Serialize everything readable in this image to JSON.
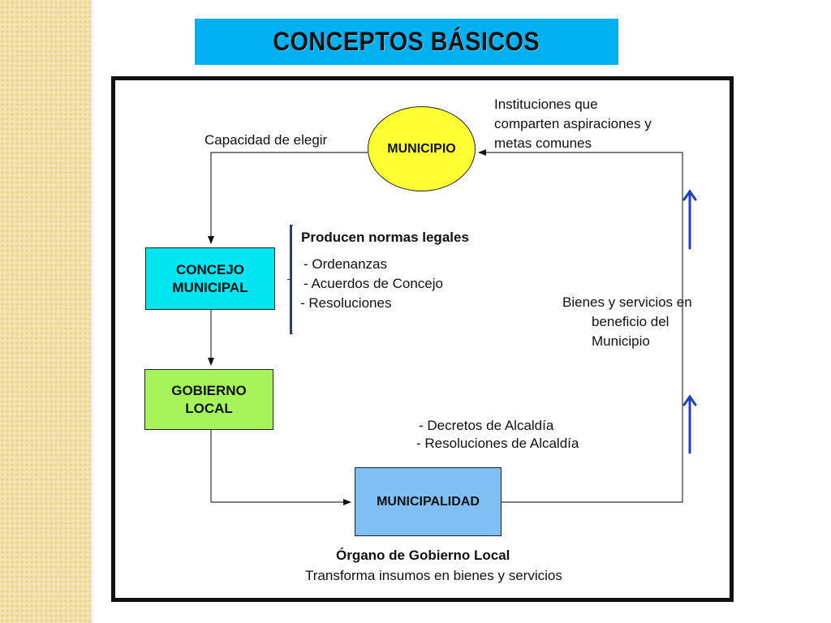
{
  "title": "CONCEPTOS BÁSICOS",
  "nodes": {
    "municipio": "MUNICIPIO",
    "concejo": "CONCEJO\nMUNICIPAL",
    "gobierno": "GOBIERNO\nLOCAL",
    "municipalidad": "MUNICIPALIDAD"
  },
  "labels": {
    "capacidad": "Capacidad de elegir",
    "instituciones": [
      "Instituciones que",
      "comparten aspiraciones y",
      "metas comunes"
    ],
    "producen": "Producen normas legales",
    "normas": [
      "-  Ordenanzas",
      "-  Acuerdos de Concejo",
      "-  Resoluciones"
    ],
    "bienes": [
      "Bienes y servicios en",
      "beneficio del",
      "Municipio"
    ],
    "decretos": [
      "-  Decretos de Alcaldía",
      "-  Resoluciones  de Alcaldía"
    ],
    "organo": "Órgano de Gobierno Local",
    "transforma": "Transforma insumos en bienes y servicios"
  },
  "colors": {
    "title_bg": "#00b0f0",
    "municipio": "#ffff33",
    "concejo": "#00e5ef",
    "gobierno": "#a6f45a",
    "municipalidad": "#7fbff3",
    "up_arrows": "#1f3fbf"
  }
}
